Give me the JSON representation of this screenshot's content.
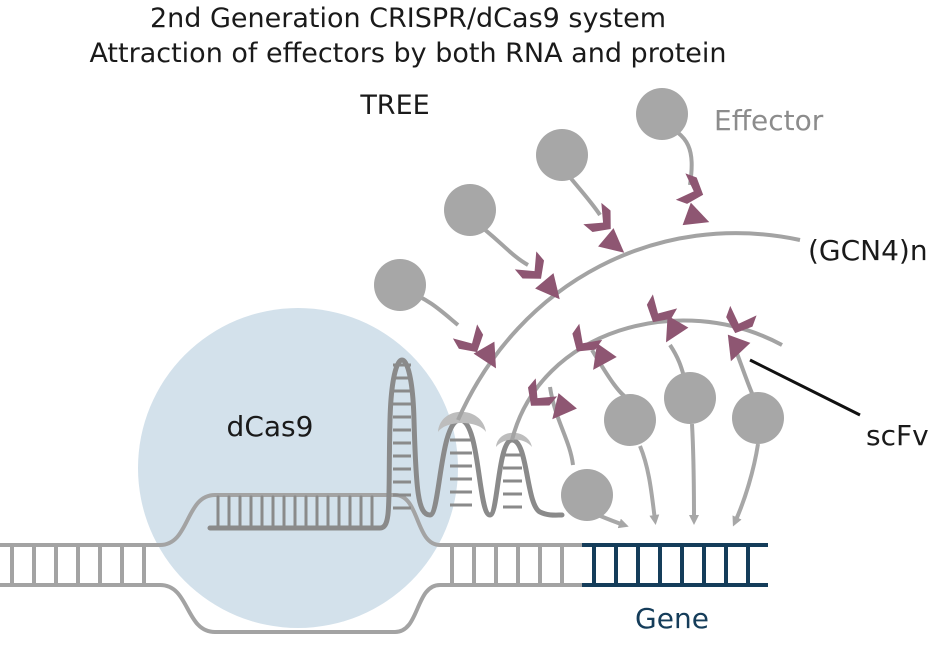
{
  "title": {
    "line1": "2nd Generation CRISPR/dCas9 system",
    "line2": "Attraction of effectors by both RNA and protein",
    "system_name": "TREE"
  },
  "labels": {
    "effector": "Effector",
    "gcn4": "(GCN4)n",
    "scfv": "scFv",
    "dcas9": "dCas9",
    "gene": "Gene"
  },
  "colors": {
    "dcas9_fill": "#d3e1eb",
    "dna": "#a3a3a3",
    "gene": "#153d5a",
    "rna": "#8a8a8a",
    "effector": "#a7a7a7",
    "scfv": "#8e5672",
    "mcp_cap": "#bdbdbd",
    "text": "#1a1a1a",
    "effector_text": "#8c8c8c"
  }
}
